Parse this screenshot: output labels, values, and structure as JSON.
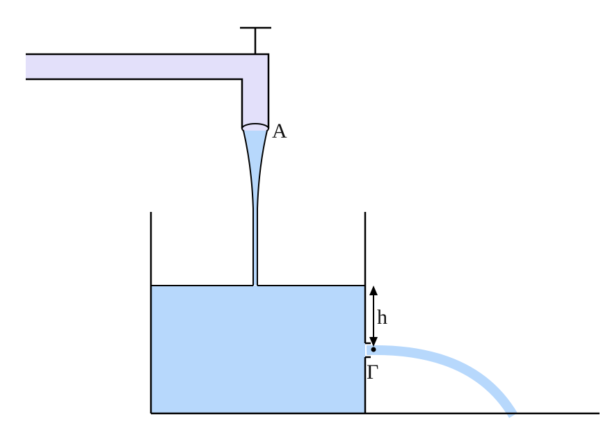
{
  "diagram": {
    "labels": {
      "point_a": "A",
      "height": "h",
      "point_gamma": "Γ"
    },
    "colors": {
      "pipe_fill": "#e3e0fa",
      "water_fill": "#b7d8fc",
      "jet_fill": "#b7d8fc",
      "outline": "#000000"
    }
  }
}
